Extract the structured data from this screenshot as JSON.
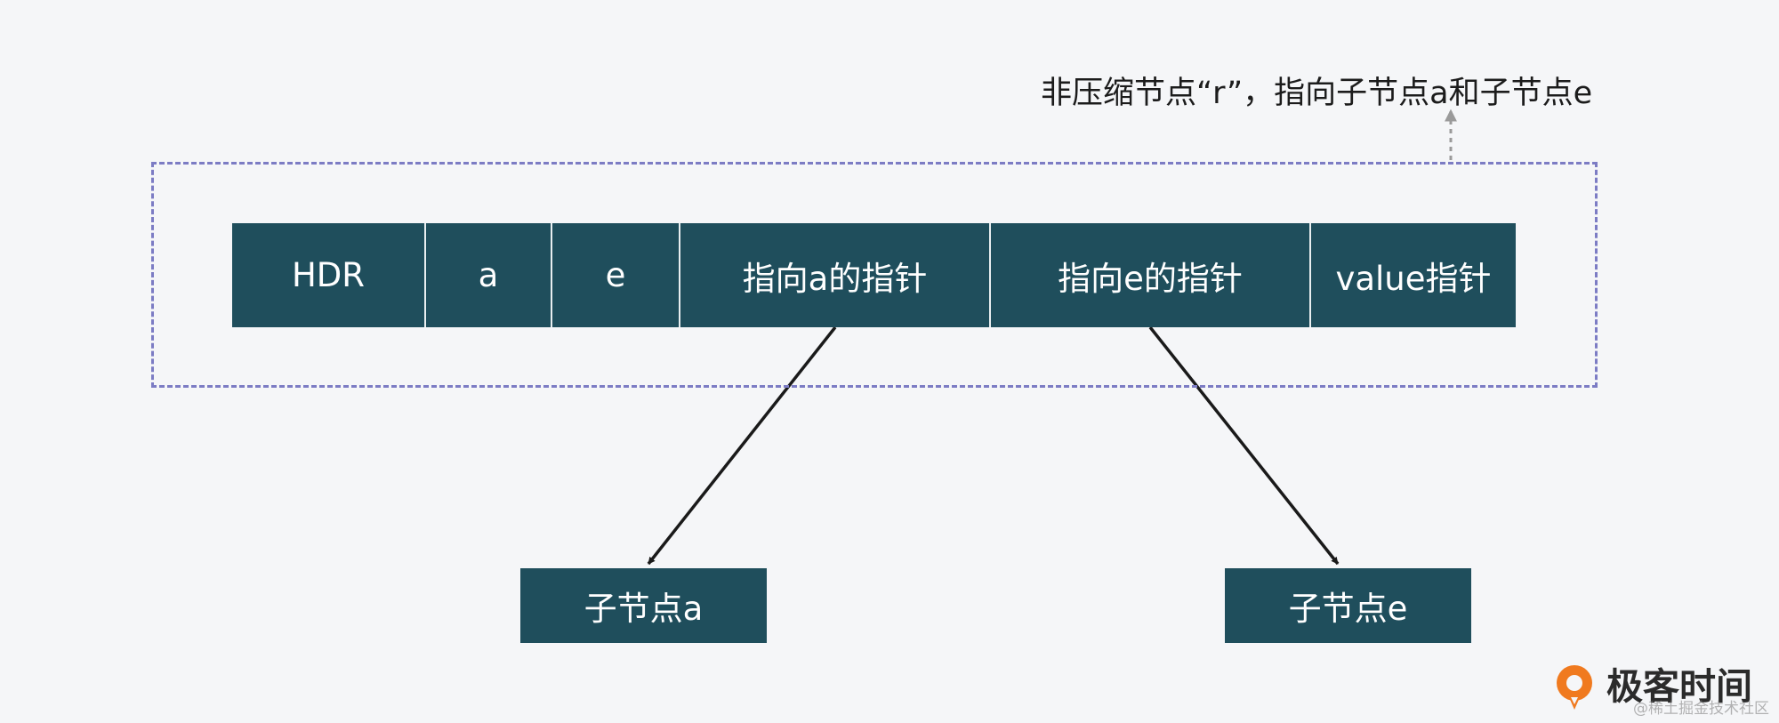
{
  "annotation": "非压缩节点“r”，指向子节点a和子节点e",
  "node": {
    "cells": [
      {
        "label": "HDR"
      },
      {
        "label": "a"
      },
      {
        "label": "e"
      },
      {
        "label": "指向a的指针"
      },
      {
        "label": "指向e的指针"
      },
      {
        "label": "value指针"
      }
    ]
  },
  "children": [
    {
      "label": "子节点a"
    },
    {
      "label": "子节点e"
    }
  ],
  "colors": {
    "cell_fill": "#1f4e5c",
    "group_border": "#7c7cc4",
    "arrow": "#1a1a1a",
    "annotation_arrow": "#9a9a9a",
    "logo_orange": "#f07a1f"
  },
  "logo": {
    "text": "极客时间"
  },
  "watermark": "@稀土掘金技术社区"
}
